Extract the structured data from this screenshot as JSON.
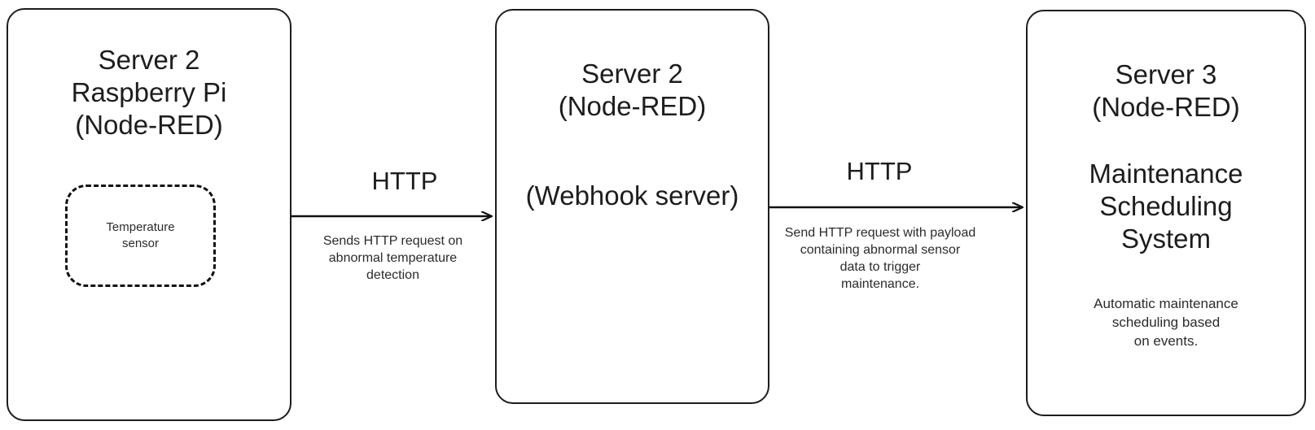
{
  "diagram": {
    "type": "flow-diagram",
    "background_color": "#ffffff",
    "stroke_color": "#1d1d1d",
    "nodes": [
      {
        "id": "raspberry-pi",
        "title": "Server 2\nRaspberry Pi\n(Node-RED)",
        "inner": {
          "label": "Temperature\nsensor",
          "style": "dashed"
        }
      },
      {
        "id": "webhook-server",
        "title": "Server 2\n(Node-RED)",
        "subtitle": "(Webhook server)"
      },
      {
        "id": "maintenance-system",
        "title": "Server 3\n(Node-RED)",
        "subtitle": "Maintenance\nScheduling\nSystem",
        "note": "Automatic maintenance\nscheduling based\non events."
      }
    ],
    "edges": [
      {
        "id": "edge-pi-to-webhook",
        "protocol": "HTTP",
        "description": "Sends HTTP request on\nabnormal temperature\ndetection"
      },
      {
        "id": "edge-webhook-to-maintenance",
        "protocol": "HTTP",
        "description": "Send HTTP request with payload\ncontaining abnormal sensor\ndata to trigger\nmaintenance."
      }
    ]
  }
}
